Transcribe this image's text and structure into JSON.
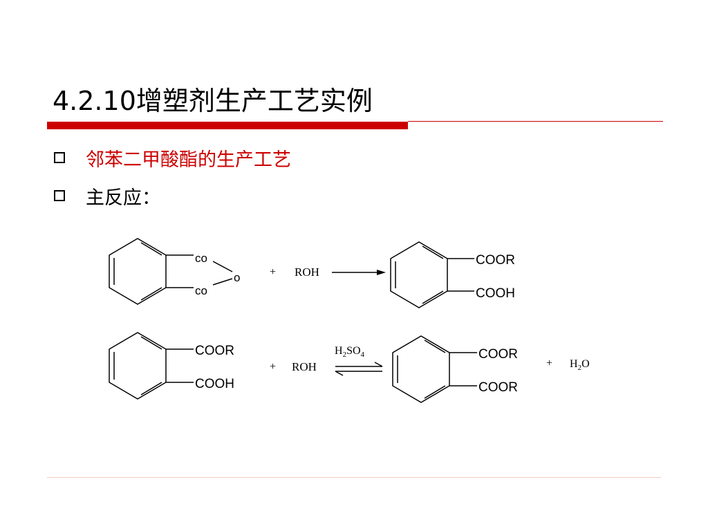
{
  "slide": {
    "title": "4.2.10增塑剂生产工艺实例",
    "bullets": [
      {
        "text": "邻苯二甲酸酯的生产工艺",
        "color": "#cc0000"
      },
      {
        "text": "主反应：",
        "color": "#000000"
      }
    ],
    "accent_color": "#cc0000"
  },
  "reaction_scheme": {
    "reaction1": {
      "reactant_groups": {
        "top": "co",
        "bridge": "o",
        "bottom": "co"
      },
      "plus": "+",
      "reagent": "ROH",
      "product_groups": {
        "top": "COOR",
        "bottom": "COOH"
      }
    },
    "reaction2": {
      "reactant_groups": {
        "top": "COOR",
        "bottom": "COOH"
      },
      "plus": "+",
      "reagent": "ROH",
      "catalyst": {
        "main": "H",
        "sub1": "2",
        "mid": "SO",
        "sub2": "4"
      },
      "product_groups": {
        "top": "COOR",
        "bottom": "COOR"
      },
      "plus2": "+",
      "byproduct": {
        "main": "H",
        "sub": "2",
        "tail": "O"
      }
    }
  }
}
